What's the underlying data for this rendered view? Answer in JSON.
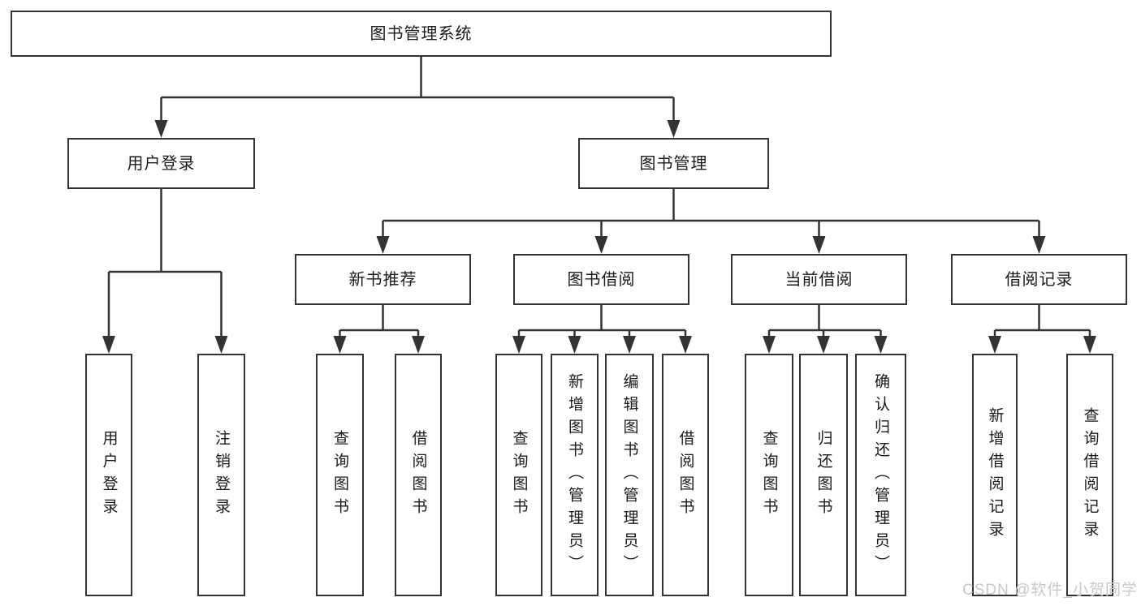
{
  "diagram_type": "hierarchy-tree",
  "watermark": "CSDN @软件_小贺同学",
  "colors": {
    "line": "#333333",
    "box_border": "#333333",
    "text": "#1a1a1a",
    "watermark": "#c9c9c9",
    "background": "#ffffff"
  },
  "tree": {
    "root": {
      "label": "图书管理系统"
    },
    "branches": [
      {
        "label": "用户登录",
        "children": [
          {
            "label": "用户登录"
          },
          {
            "label": "注销登录"
          }
        ]
      },
      {
        "label": "图书管理",
        "children": [
          {
            "label": "新书推荐",
            "children": [
              {
                "label": "查询图书"
              },
              {
                "label": "借阅图书"
              }
            ]
          },
          {
            "label": "图书借阅",
            "children": [
              {
                "label": "查询图书"
              },
              {
                "label": "新增图书（管理员）"
              },
              {
                "label": "编辑图书（管理员）"
              },
              {
                "label": "借阅图书"
              }
            ]
          },
          {
            "label": "当前借阅",
            "children": [
              {
                "label": "查询图书"
              },
              {
                "label": "归还图书"
              },
              {
                "label": "确认归还（管理员）"
              }
            ]
          },
          {
            "label": "借阅记录",
            "children": [
              {
                "label": "新增借阅记录"
              },
              {
                "label": "查询借阅记录"
              }
            ]
          }
        ]
      }
    ]
  }
}
